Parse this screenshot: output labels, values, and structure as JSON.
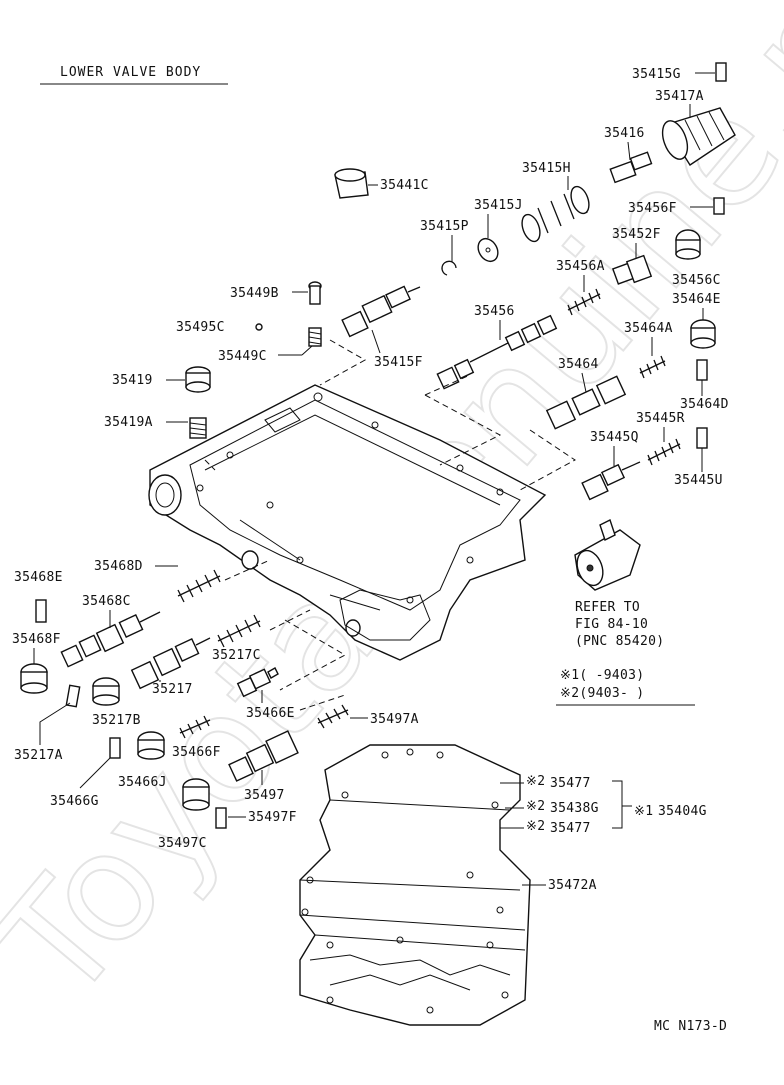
{
  "title": "LOWER VALVE BODY",
  "code": "MC N173-D",
  "watermark": "ToyotaGenuine.ru",
  "refer": {
    "line1": "REFER TO",
    "line2": "FIG 84-10",
    "line3": "(PNC 85420)"
  },
  "legend": {
    "row1": "※1(      -9403)",
    "row2": "※2(9403-       )"
  },
  "group_prefix": {
    "a": "※2",
    "b": "※2",
    "c": "※2",
    "main": "※1"
  },
  "parts": {
    "p35415G": "35415G",
    "p35417A": "35417A",
    "p35416": "35416",
    "p35415H": "35415H",
    "p35441C": "35441C",
    "p35456F": "35456F",
    "p35415J": "35415J",
    "p35415P": "35415P",
    "p35452F": "35452F",
    "p35456A": "35456A",
    "p35456C": "35456C",
    "p35449B": "35449B",
    "p35464E": "35464E",
    "p35495C": "35495C",
    "p35456": "35456",
    "p35464A": "35464A",
    "p35449C": "35449C",
    "p35415F": "35415F",
    "p35419": "35419",
    "p35464": "35464",
    "p35464D": "35464D",
    "p35445R": "35445R",
    "p35419A": "35419A",
    "p35445Q": "35445Q",
    "p35445U": "35445U",
    "p35468D": "35468D",
    "p35468E": "35468E",
    "p35468C": "35468C",
    "p35468F": "35468F",
    "p35217C": "35217C",
    "p35217": "35217",
    "p35466E": "35466E",
    "p35497A": "35497A",
    "p35217B": "35217B",
    "p35217A": "35217A",
    "p35466F": "35466F",
    "p35466J": "35466J",
    "p35497": "35497",
    "p35466G": "35466G",
    "p35497F": "35497F",
    "p35497C": "35497C",
    "p35477a": "35477",
    "p35438G": "35438G",
    "p35477b": "35477",
    "p35404G": "35404G",
    "p35472A": "35472A"
  }
}
